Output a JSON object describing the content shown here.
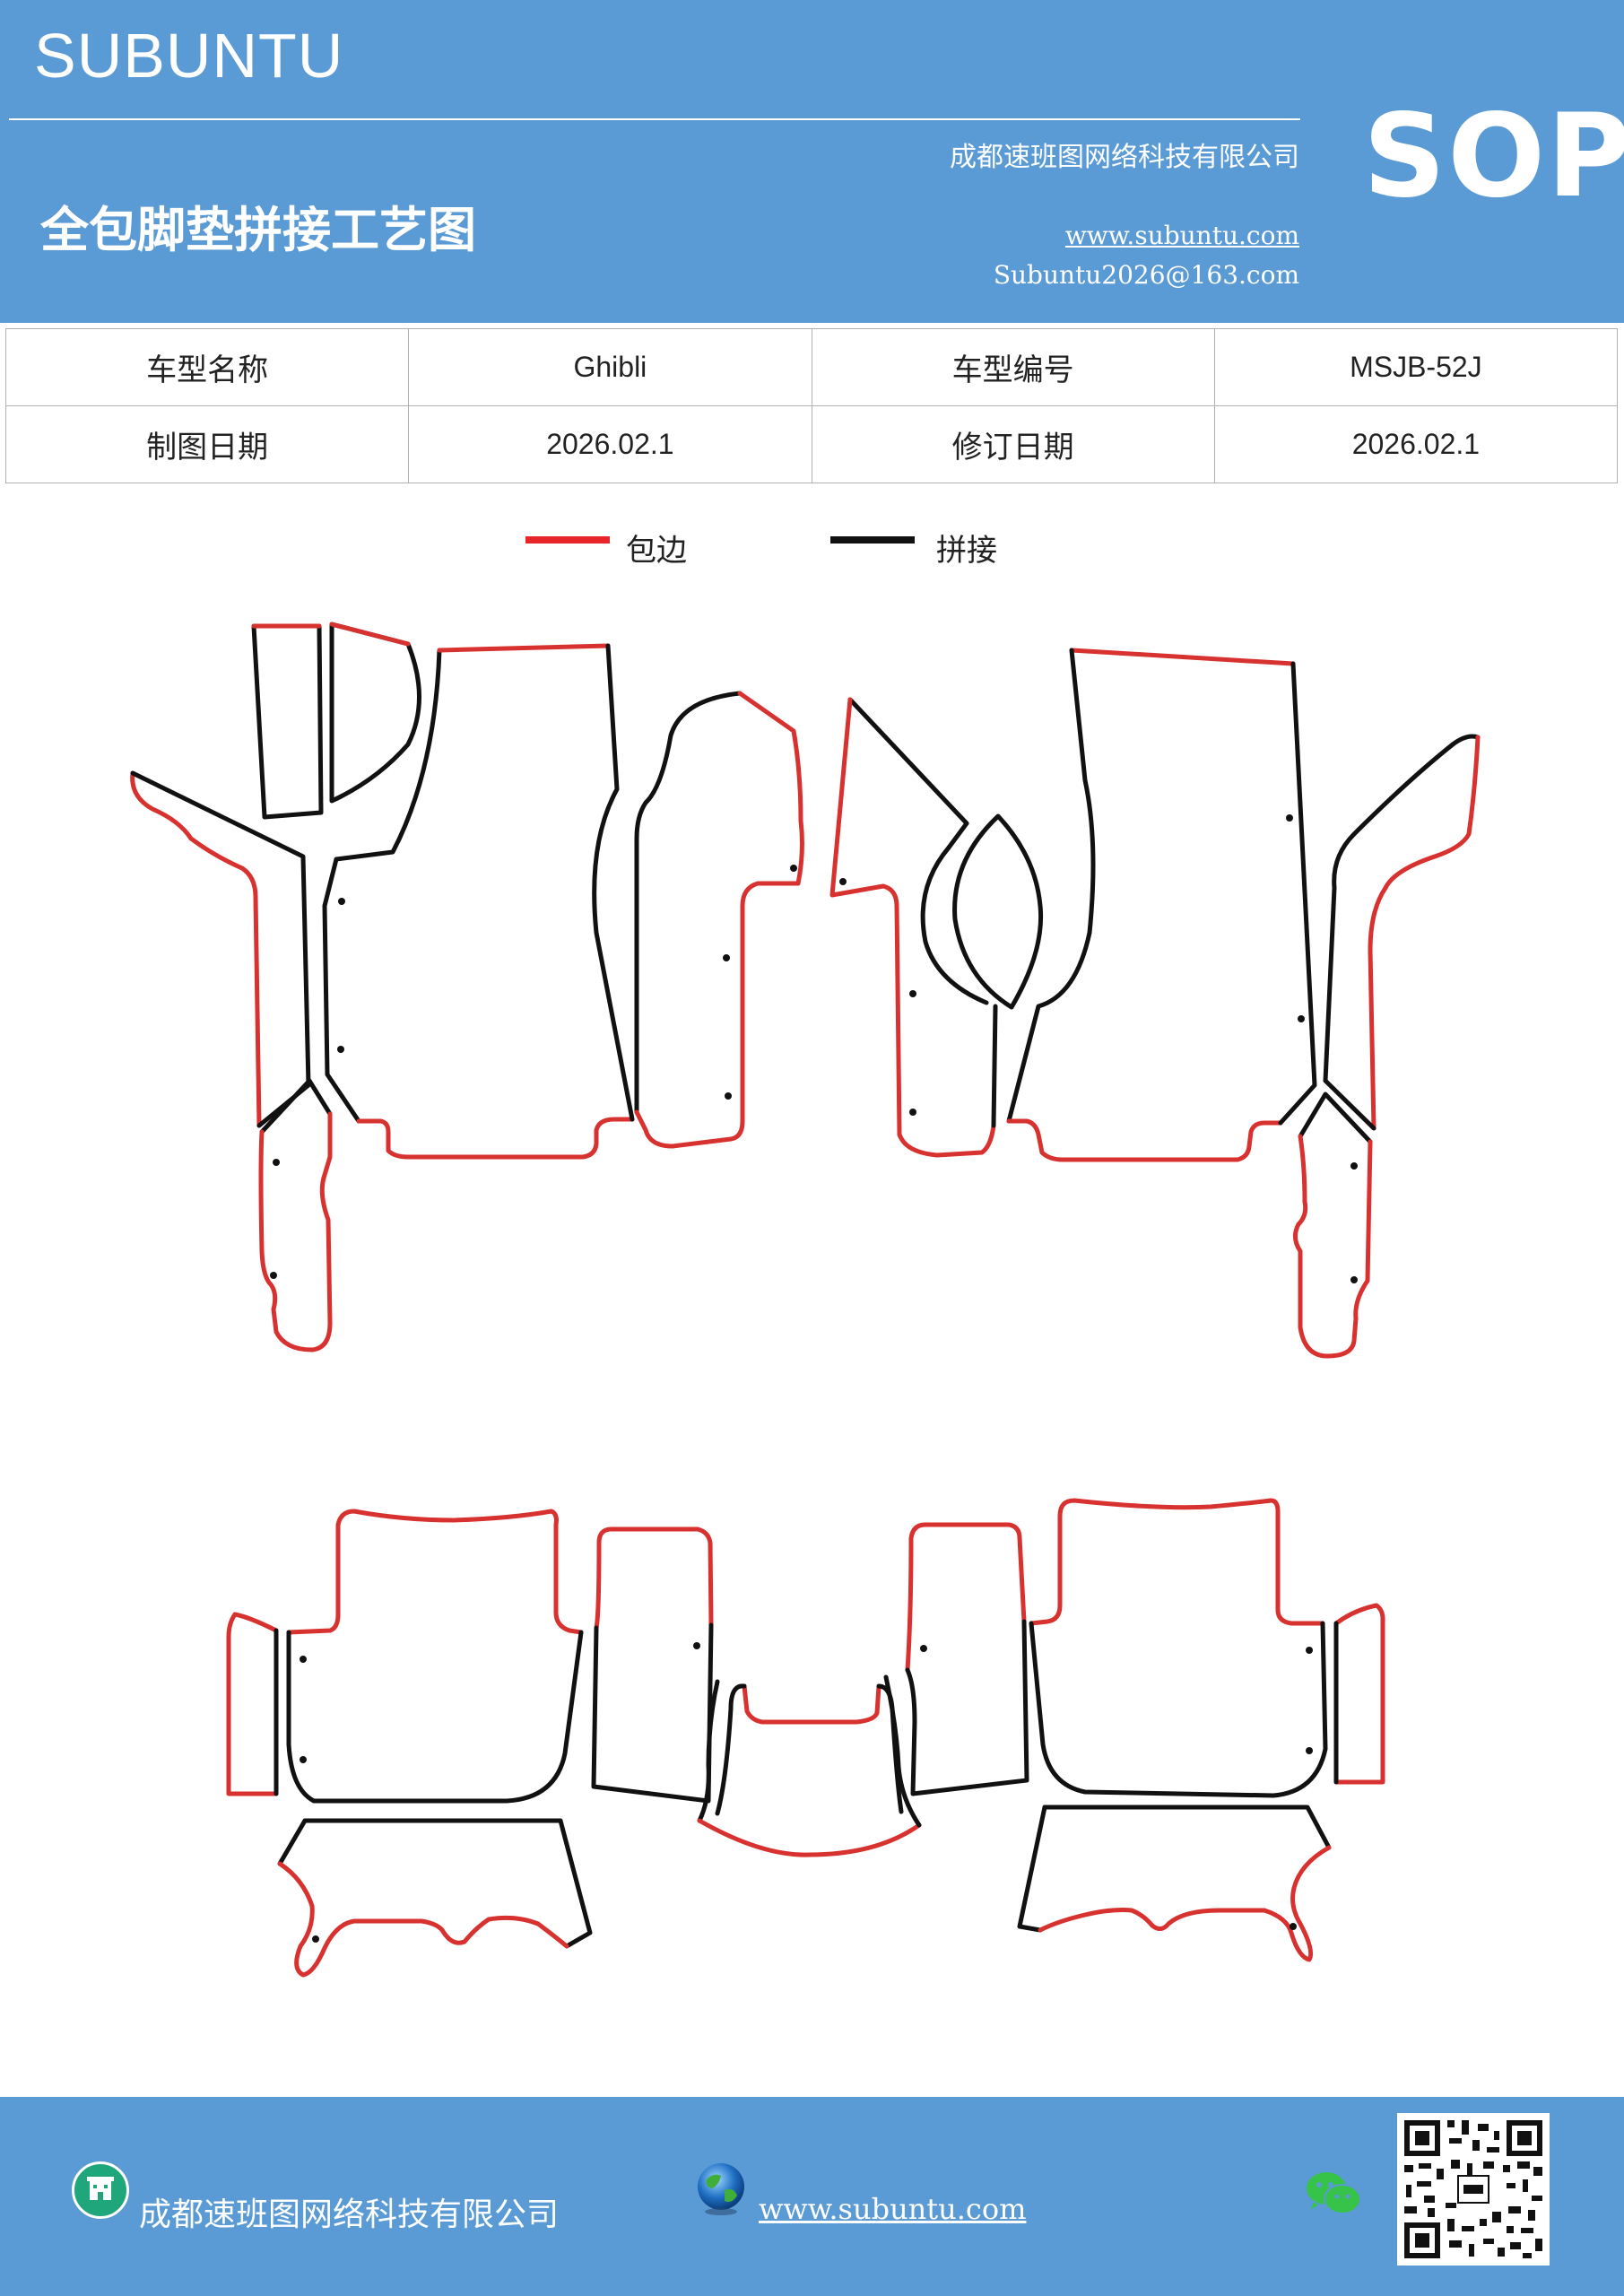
{
  "header": {
    "brand": "SUBUNTU",
    "company": "成都速班图网络科技有限公司",
    "title": "全包脚垫拼接工艺图",
    "website": "www.subuntu.com",
    "email": "Subuntu2026@163.com",
    "badge": "SOP",
    "background_color": "#5b9bd5"
  },
  "info_table": {
    "rows": [
      {
        "label1": "车型名称",
        "value1": "Ghibli",
        "label2": "车型编号",
        "value2": "MSJB-52J"
      },
      {
        "label1": "制图日期",
        "value1": "2026.02.1",
        "label2": "修订日期",
        "value2": "2026.02.1"
      }
    ]
  },
  "legend": {
    "items": [
      {
        "label": "包边",
        "color": "#e8262a"
      },
      {
        "label": "拼接",
        "color": "#111111"
      }
    ]
  },
  "drawing": {
    "edge_color": "#d7322f",
    "seam_color": "#111111"
  },
  "footer": {
    "company": "成都速班图网络科技有限公司",
    "website": "www.subuntu.com",
    "icons": [
      "building-icon",
      "globe-icon",
      "wechat-icon",
      "qr-code"
    ]
  }
}
